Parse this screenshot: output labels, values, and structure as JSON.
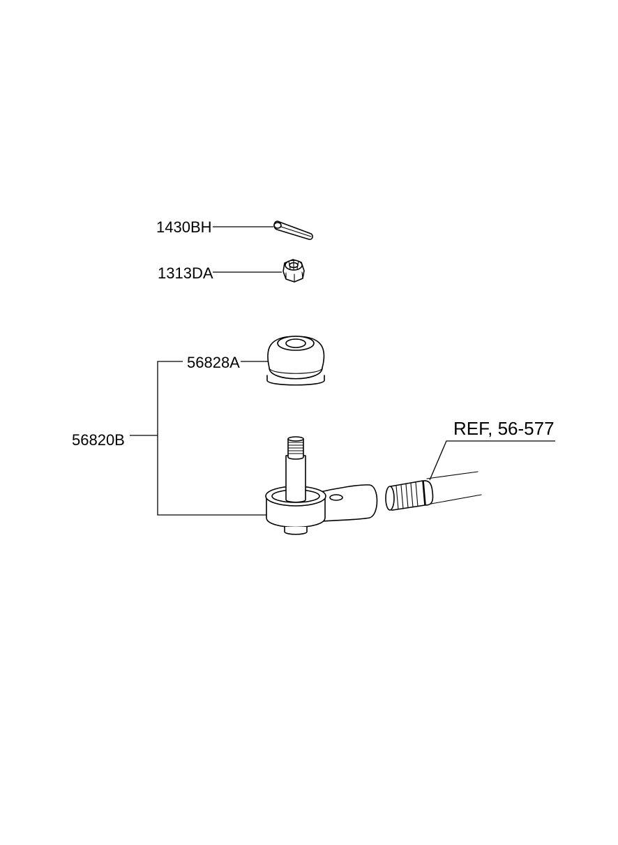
{
  "parts": [
    {
      "key": "cotter_pin",
      "label": "1430BH"
    },
    {
      "key": "castle_nut",
      "label": "1313DA"
    },
    {
      "key": "dust_cover",
      "label": "56828A"
    },
    {
      "key": "tie_rod_end_assy",
      "label": "56820B"
    }
  ],
  "reference": {
    "label": "REF, 56-577"
  }
}
